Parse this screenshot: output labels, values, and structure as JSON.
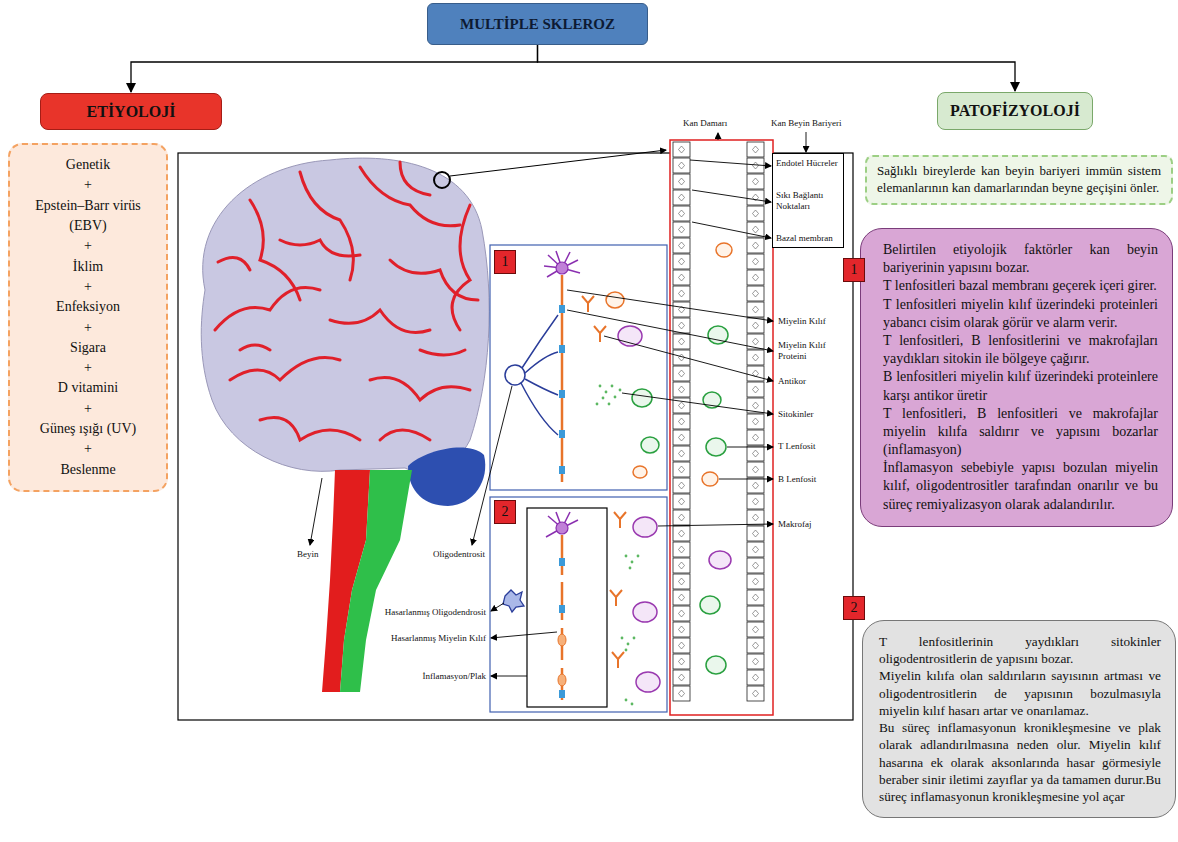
{
  "diagram": {
    "nodes": [
      {
        "text": [
          "MULTİPLE SKLEROZ"
        ]
      },
      {
        "text": [
          "ETİYOLOJİ"
        ]
      },
      {
        "text": [
          "Genetik",
          "+",
          "Epstein–Barr virüs (EBV)",
          "+",
          "İklim",
          "+",
          "Enfeksiyon",
          "+",
          "Sigara",
          "+",
          "D vitamini",
          "+",
          "Güneş ışığı (UV)",
          "+",
          "Beslenme"
        ]
      },
      {
        "text": [
          "Endotel Hücreler",
          "Sıkı Bağlantı Noktaları",
          "Bazal membran"
        ]
      },
      {
        "text": [
          "PATOFİZYOLOJİ"
        ]
      },
      {
        "text": [
          "Sağlıklı bireylerde kan beyin bariyeri immün sistem elemanlarının kan damarlarından beyne geçişini önler."
        ]
      },
      {
        "text": [
          "Belirtilen etiyolojik faktörler kan beyin bariyerinin yapısını bozar.",
          "T lenfositleri bazal membranı geçerek içeri girer.",
          "T lenfositleri miyelin kılıf üzerindeki proteinleri yabancı cisim olarak görür ve alarm verir.",
          "T lenfositleri, B lenfositlerini ve makrofajları yaydıkları sitokin ile bölgeye çağırır.",
          "B lenfositleri miyelin kılıf üzerindeki proteinlere karşı antikor üretir",
          "T lenfositleri, B lenfositleri ve makrofajlar miyelin kılıfa saldırır ve yapısını bozarlar (inflamasyon)",
          "İnflamasyon sebebiyle yapısı bozulan miyelin kılıf, oligodentrositler tarafından onarılır ve bu süreç remiyalizasyon olarak adalandırılır."
        ]
      },
      {
        "text": [
          "T lenfositlerinin yaydıkları sitokinler oligodentrositlerin de yapısını bozar.",
          "Miyelin kılıfa olan saldırıların sayısının artması ve oligodentrositlerin de yapısının bozulmasıyla miyelin kılıf hasarı artar ve onarılamaz.",
          "Bu süreç inflamasyonun kronikleşmesine ve plak olarak adlandırılmasına neden olur. Miyelin kılıf hasarına ek olarak aksonlarında hasar görmesiyle beraber sinir iletimi zayıflar ya da tamamen durur.Bu süreç inflamasyonun kronikleşmesine yol açar"
        ]
      }
    ],
    "edges": [
      {
        "from": 0,
        "to": 1,
        "arrow": "to"
      },
      {
        "from": 0,
        "to": 4,
        "arrow": "to"
      }
    ],
    "labels": [
      "Kan Damarı",
      "Kan Beyin Bariyeri",
      "1",
      "Miyelin Kılıf",
      "Miyelin Kılıf Proteini",
      "Antikor",
      "Sitokinler",
      "T Lenfosit",
      "B Lenfosit",
      "Oligodentrosit",
      "Beyin",
      "2",
      "Makrofaj",
      "Hasarlanmış Oligodendrosit",
      "Hasarlanmış Miyelin Kılıf",
      "İnflamasyon/Plak",
      "1",
      "2"
    ]
  }
}
